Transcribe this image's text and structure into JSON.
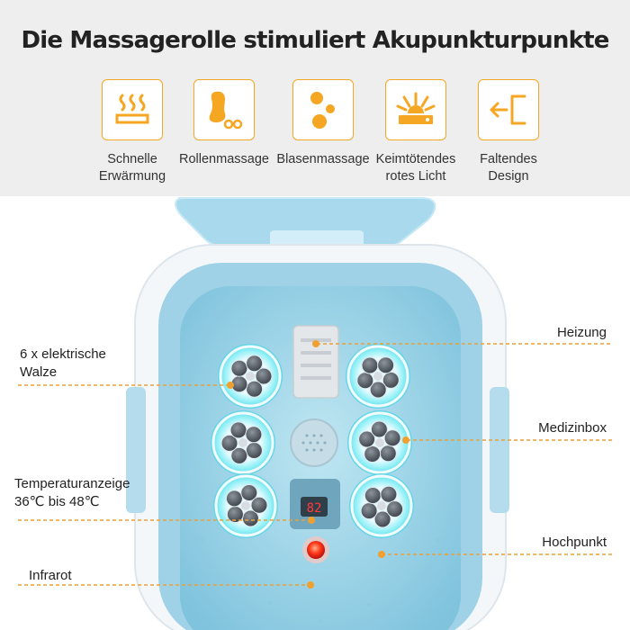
{
  "header": {
    "title": "Die Massagerolle stimuliert Akupunkturpunkte"
  },
  "features": [
    {
      "icon": "heat-waves-icon",
      "label": "Schnelle\nErwärmung"
    },
    {
      "icon": "foot-roller-icon",
      "label": "Rollenmassage"
    },
    {
      "icon": "bubbles-icon",
      "label": "Blasenmassage"
    },
    {
      "icon": "sun-rays-icon",
      "label": "Keimtötendes\nrotes Licht"
    },
    {
      "icon": "fold-arrow-icon",
      "label": "Faltendes\nDesign"
    }
  ],
  "callouts": {
    "left": [
      {
        "label": "6 x elektrische\nWalze"
      },
      {
        "label": "Temperaturanzeige\n36℃ bis 48℃"
      },
      {
        "label": "Infrarot"
      }
    ],
    "right": [
      {
        "label": "Heizung"
      },
      {
        "label": "Medizinbox"
      },
      {
        "label": "Hochpunkt"
      }
    ]
  },
  "display": {
    "value": "82"
  },
  "colors": {
    "accent": "#f5a623",
    "tub_blue": "#a9d8ec",
    "roller_cyan": "#7fe6f0",
    "indicator_red": "#e0201a"
  }
}
